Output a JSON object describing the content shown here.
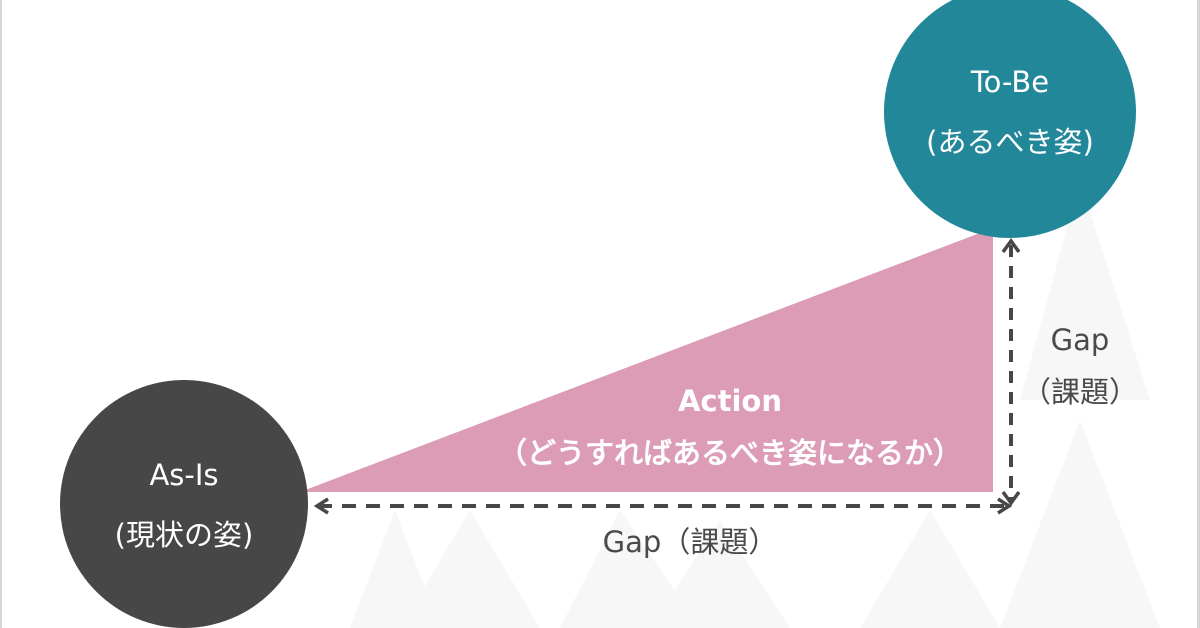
{
  "colors": {
    "to_be_circle": "#23879A",
    "as_is_circle": "#474747",
    "action_triangle": "#DC9CB6",
    "arrow": "#474747",
    "label_text": "#4A4A4A",
    "background": "#FFFFFF"
  },
  "to_be": {
    "title": "To-Be",
    "subtitle": "(あるべき姿)"
  },
  "as_is": {
    "title": "As-Is",
    "subtitle": "(現状の姿)"
  },
  "action": {
    "title": "Action",
    "subtitle": "（どうすればあるべき姿になるか）"
  },
  "gap_vertical": {
    "title": "Gap",
    "subtitle": "（課題）"
  },
  "gap_horizontal": {
    "label": "Gap（課題）"
  }
}
